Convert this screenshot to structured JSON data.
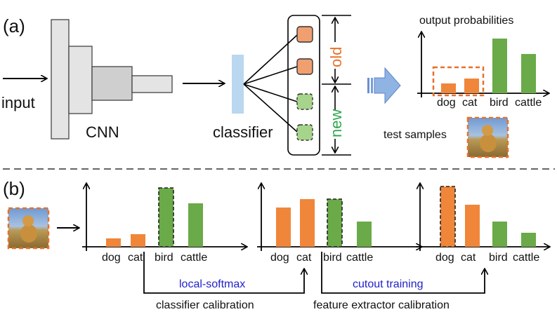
{
  "panels": {
    "a": "(a)",
    "b": "(b)"
  },
  "network": {
    "input_label": "input",
    "cnn_label": "CNN",
    "classifier_label": "classifier",
    "old_label": "old",
    "new_label": "new"
  },
  "output": {
    "title": "output probabilities",
    "test_samples_label": "test samples"
  },
  "categories": [
    "dog",
    "cat",
    "bird",
    "cattle"
  ],
  "steps": {
    "local_softmax": "local-softmax",
    "cutout_training": "cutout training",
    "classifier_calibration": "classifier calibration",
    "feature_extractor_calibration": "feature extractor calibration"
  },
  "colors": {
    "old": "#f0863a",
    "new": "#6aaa48",
    "classifier": "#b9d7ee",
    "arrow": "#8fb3e2",
    "dashed_box": "#e8702a"
  },
  "chart_data": [
    {
      "type": "bar",
      "title": "output probabilities",
      "categories": [
        "dog",
        "cat",
        "bird",
        "cattle"
      ],
      "values": [
        0.14,
        0.21,
        0.78,
        0.56
      ],
      "highlighted": []
    },
    {
      "type": "bar",
      "categories": [
        "dog",
        "cat",
        "bird",
        "cattle"
      ],
      "values": [
        0.12,
        0.18,
        0.84,
        0.62
      ],
      "highlighted": [
        "bird"
      ]
    },
    {
      "type": "bar",
      "categories": [
        "dog",
        "cat",
        "bird",
        "cattle"
      ],
      "values": [
        0.56,
        0.68,
        0.68,
        0.36
      ],
      "highlighted": [
        "bird"
      ]
    },
    {
      "type": "bar",
      "categories": [
        "dog",
        "cat",
        "bird",
        "cattle"
      ],
      "values": [
        0.86,
        0.6,
        0.36,
        0.2
      ],
      "highlighted": [
        "dog"
      ]
    }
  ]
}
